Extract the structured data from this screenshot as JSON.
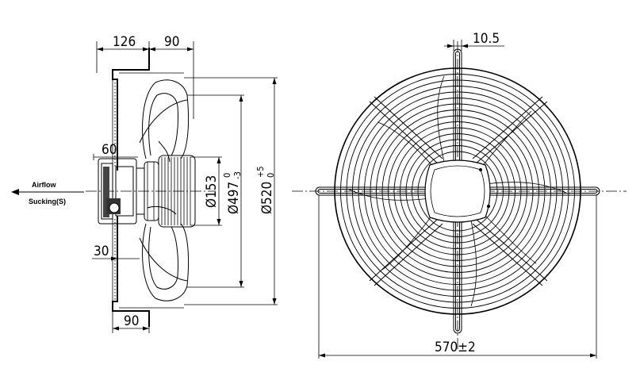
{
  "side_view": {
    "dim_top_left": "126",
    "dim_top_right": "90",
    "dim_hub": "60",
    "dim_bottom_small": "30",
    "dim_bottom": "90",
    "dia_hub": "Ø153",
    "dia_blade": "Ø497",
    "dia_blade_tol_upper": "0",
    "dia_blade_tol_lower": "-3",
    "dia_guard": "Ø520",
    "dia_guard_tol_upper": "+5",
    "dia_guard_tol_lower": "0",
    "airflow_label": "Airflow",
    "sucking_label": "Sucking(S)"
  },
  "front_view": {
    "dim_bracket": "10.5",
    "dim_width": "570±2"
  }
}
